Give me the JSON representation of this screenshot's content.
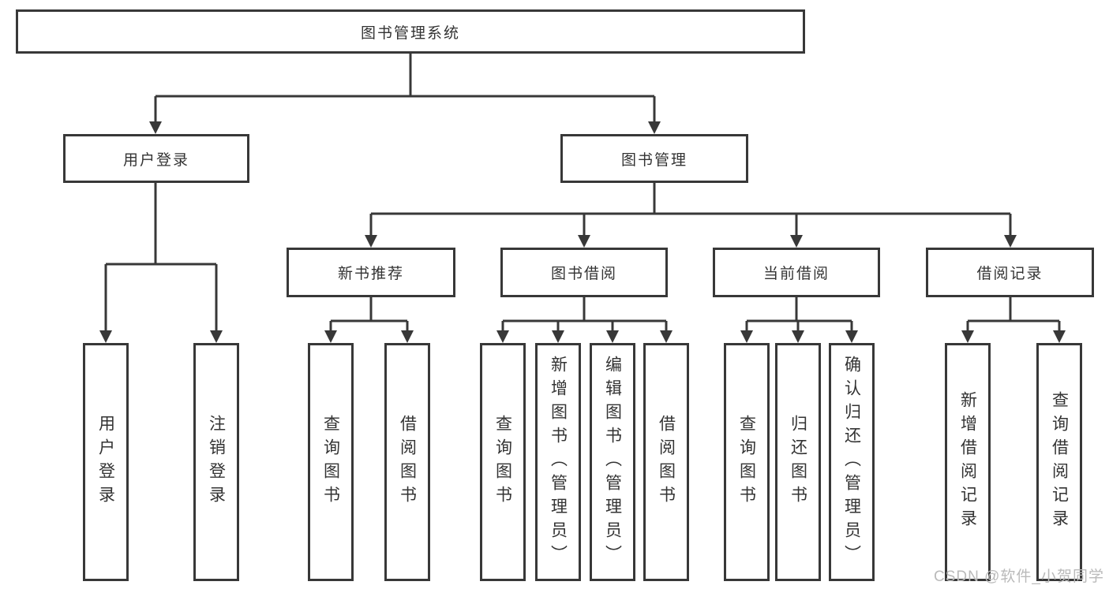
{
  "diagram": {
    "title": "图书管理系统",
    "nodes": {
      "root": "图书管理系统",
      "user_login": "用户登录",
      "book_mgmt": "图书管理",
      "new_book_rec": "新书推荐",
      "book_borrow": "图书借阅",
      "current_borrow": "当前借阅",
      "borrow_records": "借阅记录",
      "leaves": {
        "user_login_1": "用户登录",
        "user_login_2": "注销登录",
        "new_book_1": "查询图书",
        "new_book_2": "借阅图书",
        "borrow_1": "查询图书",
        "borrow_2": "新增图书（管理员）",
        "borrow_3": "编辑图书（管理员）",
        "borrow_4": "借阅图书",
        "current_1": "查询图书",
        "current_2": "归还图书",
        "current_3": "确认归还（管理员）",
        "records_1": "新增借阅记录",
        "records_2": "查询借阅记录"
      }
    },
    "colors": {
      "ink": "#383838",
      "text": "#333333",
      "watermark": "#bababa",
      "background": "#ffffff"
    }
  },
  "watermark": "CSDN @软件_小贺同学"
}
